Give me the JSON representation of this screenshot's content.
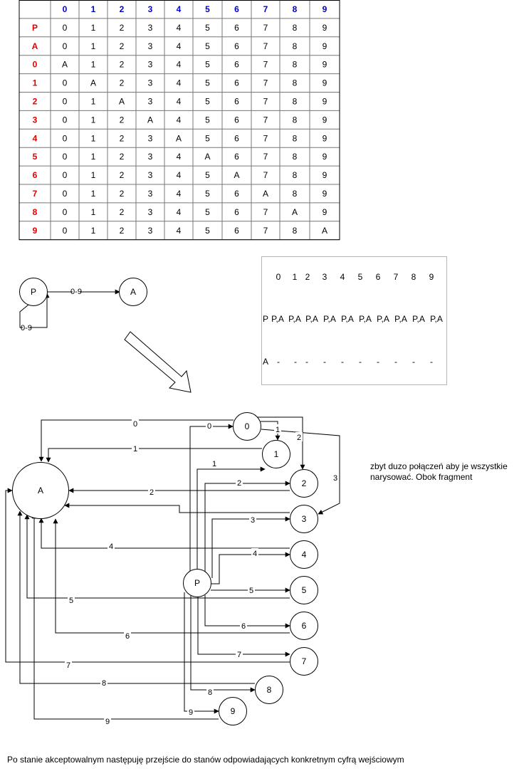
{
  "table": {
    "corner": "",
    "columns": [
      "0",
      "1",
      "2",
      "3",
      "4",
      "5",
      "6",
      "7",
      "8",
      "9"
    ],
    "rows": [
      {
        "label": "P",
        "cells": [
          "0",
          "1",
          "2",
          "3",
          "4",
          "5",
          "6",
          "7",
          "8",
          "9"
        ]
      },
      {
        "label": "A",
        "cells": [
          "0",
          "1",
          "2",
          "3",
          "4",
          "5",
          "6",
          "7",
          "8",
          "9"
        ]
      },
      {
        "label": "0",
        "cells": [
          "A",
          "1",
          "2",
          "3",
          "4",
          "5",
          "6",
          "7",
          "8",
          "9"
        ]
      },
      {
        "label": "1",
        "cells": [
          "0",
          "A",
          "2",
          "3",
          "4",
          "5",
          "6",
          "7",
          "8",
          "9"
        ]
      },
      {
        "label": "2",
        "cells": [
          "0",
          "1",
          "A",
          "3",
          "4",
          "5",
          "6",
          "7",
          "8",
          "9"
        ]
      },
      {
        "label": "3",
        "cells": [
          "0",
          "1",
          "2",
          "A",
          "4",
          "5",
          "6",
          "7",
          "8",
          "9"
        ]
      },
      {
        "label": "4",
        "cells": [
          "0",
          "1",
          "2",
          "3",
          "A",
          "5",
          "6",
          "7",
          "8",
          "9"
        ]
      },
      {
        "label": "5",
        "cells": [
          "0",
          "1",
          "2",
          "3",
          "4",
          "A",
          "6",
          "7",
          "8",
          "9"
        ]
      },
      {
        "label": "6",
        "cells": [
          "0",
          "1",
          "2",
          "3",
          "4",
          "5",
          "A",
          "7",
          "8",
          "9"
        ]
      },
      {
        "label": "7",
        "cells": [
          "0",
          "1",
          "2",
          "3",
          "4",
          "5",
          "6",
          "A",
          "8",
          "9"
        ]
      },
      {
        "label": "8",
        "cells": [
          "0",
          "1",
          "2",
          "3",
          "4",
          "5",
          "6",
          "7",
          "A",
          "9"
        ]
      },
      {
        "label": "9",
        "cells": [
          "0",
          "1",
          "2",
          "3",
          "4",
          "5",
          "6",
          "7",
          "8",
          "A"
        ]
      }
    ],
    "header_color": "#0000cc",
    "row_label_color": "#e00000"
  },
  "small_nfa": {
    "state_p": "P",
    "state_a": "A",
    "edge_label": "0-9",
    "loop_label": "0-9"
  },
  "transition_box": {
    "header": [
      "0",
      "1",
      "2",
      "3",
      "4",
      "5",
      "6",
      "7",
      "8",
      "9"
    ],
    "row_p_label": "P",
    "row_p_cells": [
      "P,A",
      "P,A",
      "P,A",
      "P,A",
      "P,A",
      "P,A",
      "P,A",
      "P,A",
      "P,A",
      "P,A"
    ],
    "row_a_label": "A",
    "row_a_cells": [
      "-",
      "-",
      "-",
      "-",
      "-",
      "-",
      "-",
      "-",
      "-",
      "-"
    ]
  },
  "big_diagram": {
    "state_a": "A",
    "state_p": "P",
    "digit_states": [
      "0",
      "1",
      "2",
      "3",
      "4",
      "5",
      "6",
      "7",
      "8",
      "9"
    ],
    "a_edge_labels": [
      "0",
      "1",
      "2",
      "3",
      "4",
      "5",
      "6",
      "7",
      "8",
      "9"
    ],
    "p_edge_labels": [
      "0",
      "1",
      "2",
      "3",
      "4",
      "5",
      "6",
      "7",
      "8",
      "9"
    ],
    "cross_labels": [
      "1",
      "2",
      "3"
    ]
  },
  "notes": {
    "side_note": "zbyt duzo połączeń aby je wszystkie narysować. Obok fragment",
    "bottom_note": "Po stanie akceptowalnym następuję przejście do stanów odpowiadających konkretnym cyfrą wejściowym"
  }
}
